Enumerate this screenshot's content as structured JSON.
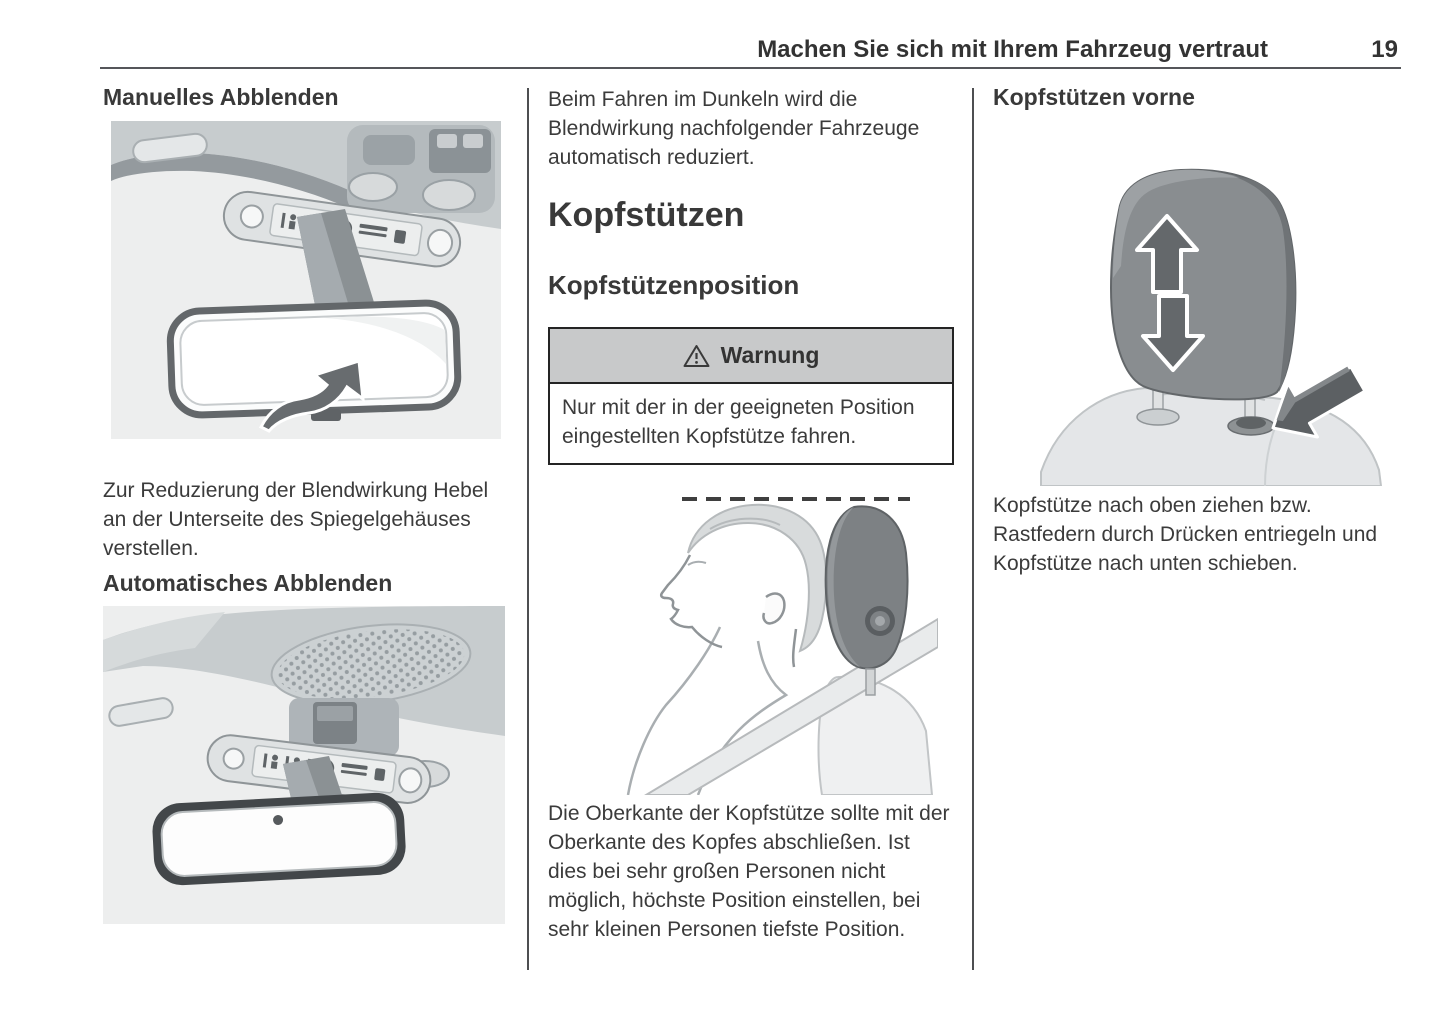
{
  "page": {
    "header_title": "Machen Sie sich mit Ihrem Fahrzeug vertraut",
    "page_number": "19"
  },
  "left": {
    "heading_manual": "Manuelles Abblenden",
    "paragraph_manual": "Zur Reduzierung der Blendwirkung Hebel an der Unterseite des Spiegelgehäuses verstellen.",
    "heading_auto": "Automatisches Abblenden"
  },
  "middle": {
    "intro": "Beim Fahren im Dunkeln wird die Blendwirkung nachfolgender Fahrzeuge automatisch reduziert.",
    "section_title": "Kopfstützen",
    "subsection_title": "Kopfstützenposition",
    "warning_title": "Warnung",
    "warning_text": "Nur mit der in der geeigneten Position eingestellten Kopfstütze fahren.",
    "paragraph": "Die Oberkante der Kopfstütze sollte mit der Oberkante des Kopfes abschließen. Ist dies bei sehr großen Personen nicht möglich, höchste Position einstellen, bei sehr kleinen Personen tiefste Position."
  },
  "right": {
    "heading": "Kopfstützen vorne",
    "paragraph": "Kopfstütze nach oben ziehen bzw. Rastfedern durch Drücken entriegeln und Kopfstütze nach unten schieben."
  },
  "icons": {
    "warning": "warning-triangle-icon",
    "headrest_up": "up-arrow-icon",
    "headrest_down": "down-arrow-icon",
    "headrest_release": "release-arrow-icon",
    "mirror_lever": "curved-arrow-icon"
  },
  "colors": {
    "text": "#3a3a3a",
    "warning_header_bg": "#c8c9ca",
    "illustration_bg": "#edeeee",
    "headrest_gray": "#898d90",
    "rule": "#55565a"
  }
}
